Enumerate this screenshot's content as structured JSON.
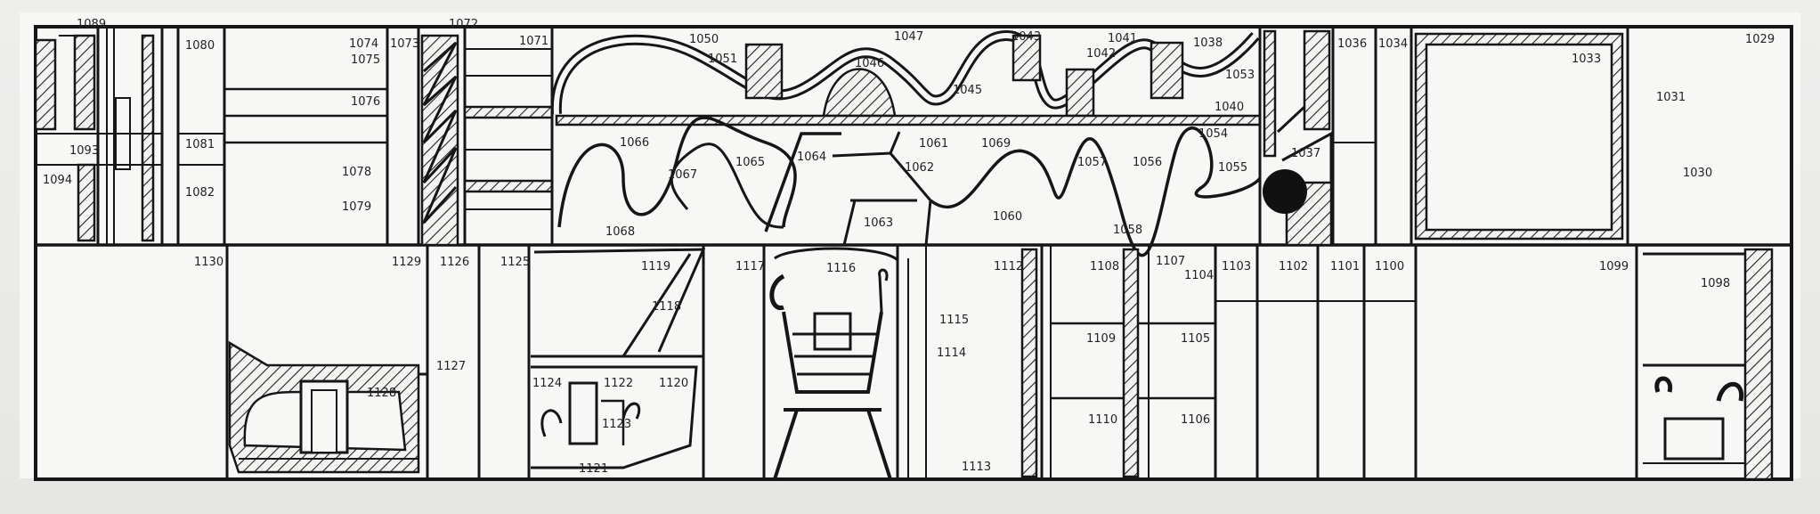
{
  "labels": {
    "l1089": "1089",
    "l1080": "1080",
    "l1074": "1074",
    "l1075": "1075",
    "l1073": "1073",
    "l1072": "1072",
    "l1071": "1071",
    "l1076": "1076",
    "l1093": "1093",
    "l1081": "1081",
    "l1094": "1094",
    "l1082": "1082",
    "l1078": "1078",
    "l1079": "1079",
    "l1050": "1050",
    "l1051": "1051",
    "l1047": "1047",
    "l1046": "1046",
    "l1045": "1045",
    "l1043": "1043",
    "l1041": "1041",
    "l1042": "1042",
    "l1038": "1038",
    "l1053": "1053",
    "l1040": "1040",
    "l1054": "1054",
    "l1066": "1066",
    "l1067": "1067",
    "l1065": "1065",
    "l1064": "1064",
    "l1061": "1061",
    "l1062": "1062",
    "l1069": "1069",
    "l1057": "1057",
    "l1056": "1056",
    "l1055": "1055",
    "l1063": "1063",
    "l1060": "1060",
    "l1058": "1058",
    "l1068": "1068",
    "l1037": "1037",
    "l1036": "1036",
    "l1034": "1034",
    "l1033": "1033",
    "l1031": "1031",
    "l1029": "1029",
    "l1030": "1030",
    "l1130": "1130",
    "l1129": "1129",
    "l1126": "1126",
    "l1125": "1125",
    "l1127": "1127",
    "l1128": "1128",
    "l1119": "1119",
    "l1118": "1118",
    "l1124": "1124",
    "l1122": "1122",
    "l1120": "1120",
    "l1123": "1123",
    "l1121": "1121",
    "l1117": "1117",
    "l1116": "1116",
    "l1115": "1115",
    "l1114": "1114",
    "l1113": "1113",
    "l1112": "1112",
    "l1108": "1108",
    "l1107": "1107",
    "l1104": "1104",
    "l1109": "1109",
    "l1105": "1105",
    "l1110": "1110",
    "l1106": "1106",
    "l1103": "1103",
    "l1102": "1102",
    "l1101": "1101",
    "l1100": "1100",
    "l1099": "1099",
    "l1098": "1098"
  }
}
